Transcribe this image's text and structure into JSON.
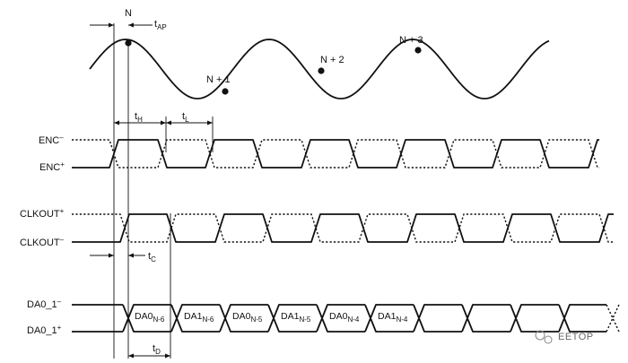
{
  "analog": {
    "points": [
      {
        "label": "N",
        "tag": "N"
      },
      {
        "label": "N + 1",
        "tag": "N1"
      },
      {
        "label": "N + 2",
        "tag": "N2"
      },
      {
        "label": "N + 3",
        "tag": "N3"
      }
    ],
    "t_ap": {
      "base": "t",
      "sub": "AP"
    }
  },
  "signals": {
    "enc_minus": {
      "base": "ENC",
      "mark": "–"
    },
    "enc_plus": {
      "base": "ENC",
      "mark": "+"
    },
    "clkout_plus": {
      "base": "CLKOUT",
      "mark": "+"
    },
    "clkout_minus": {
      "base": "CLKOUT",
      "mark": "–"
    },
    "da_minus": {
      "base": "DA0_1",
      "mark": "–"
    },
    "da_plus": {
      "base": "DA0_1",
      "mark": "+"
    }
  },
  "timings": {
    "t_h": {
      "base": "t",
      "sub": "H"
    },
    "t_l": {
      "base": "t",
      "sub": "L"
    },
    "t_c": {
      "base": "t",
      "sub": "C"
    },
    "t_d": {
      "base": "t",
      "sub": "D"
    }
  },
  "data_words": [
    {
      "base": "DA0",
      "sub": "N-6"
    },
    {
      "base": "DA1",
      "sub": "N-6"
    },
    {
      "base": "DA0",
      "sub": "N-5"
    },
    {
      "base": "DA1",
      "sub": "N-5"
    },
    {
      "base": "DA0",
      "sub": "N-4"
    },
    {
      "base": "DA1",
      "sub": "N-4"
    }
  ],
  "watermark": {
    "text": "EETOP"
  }
}
